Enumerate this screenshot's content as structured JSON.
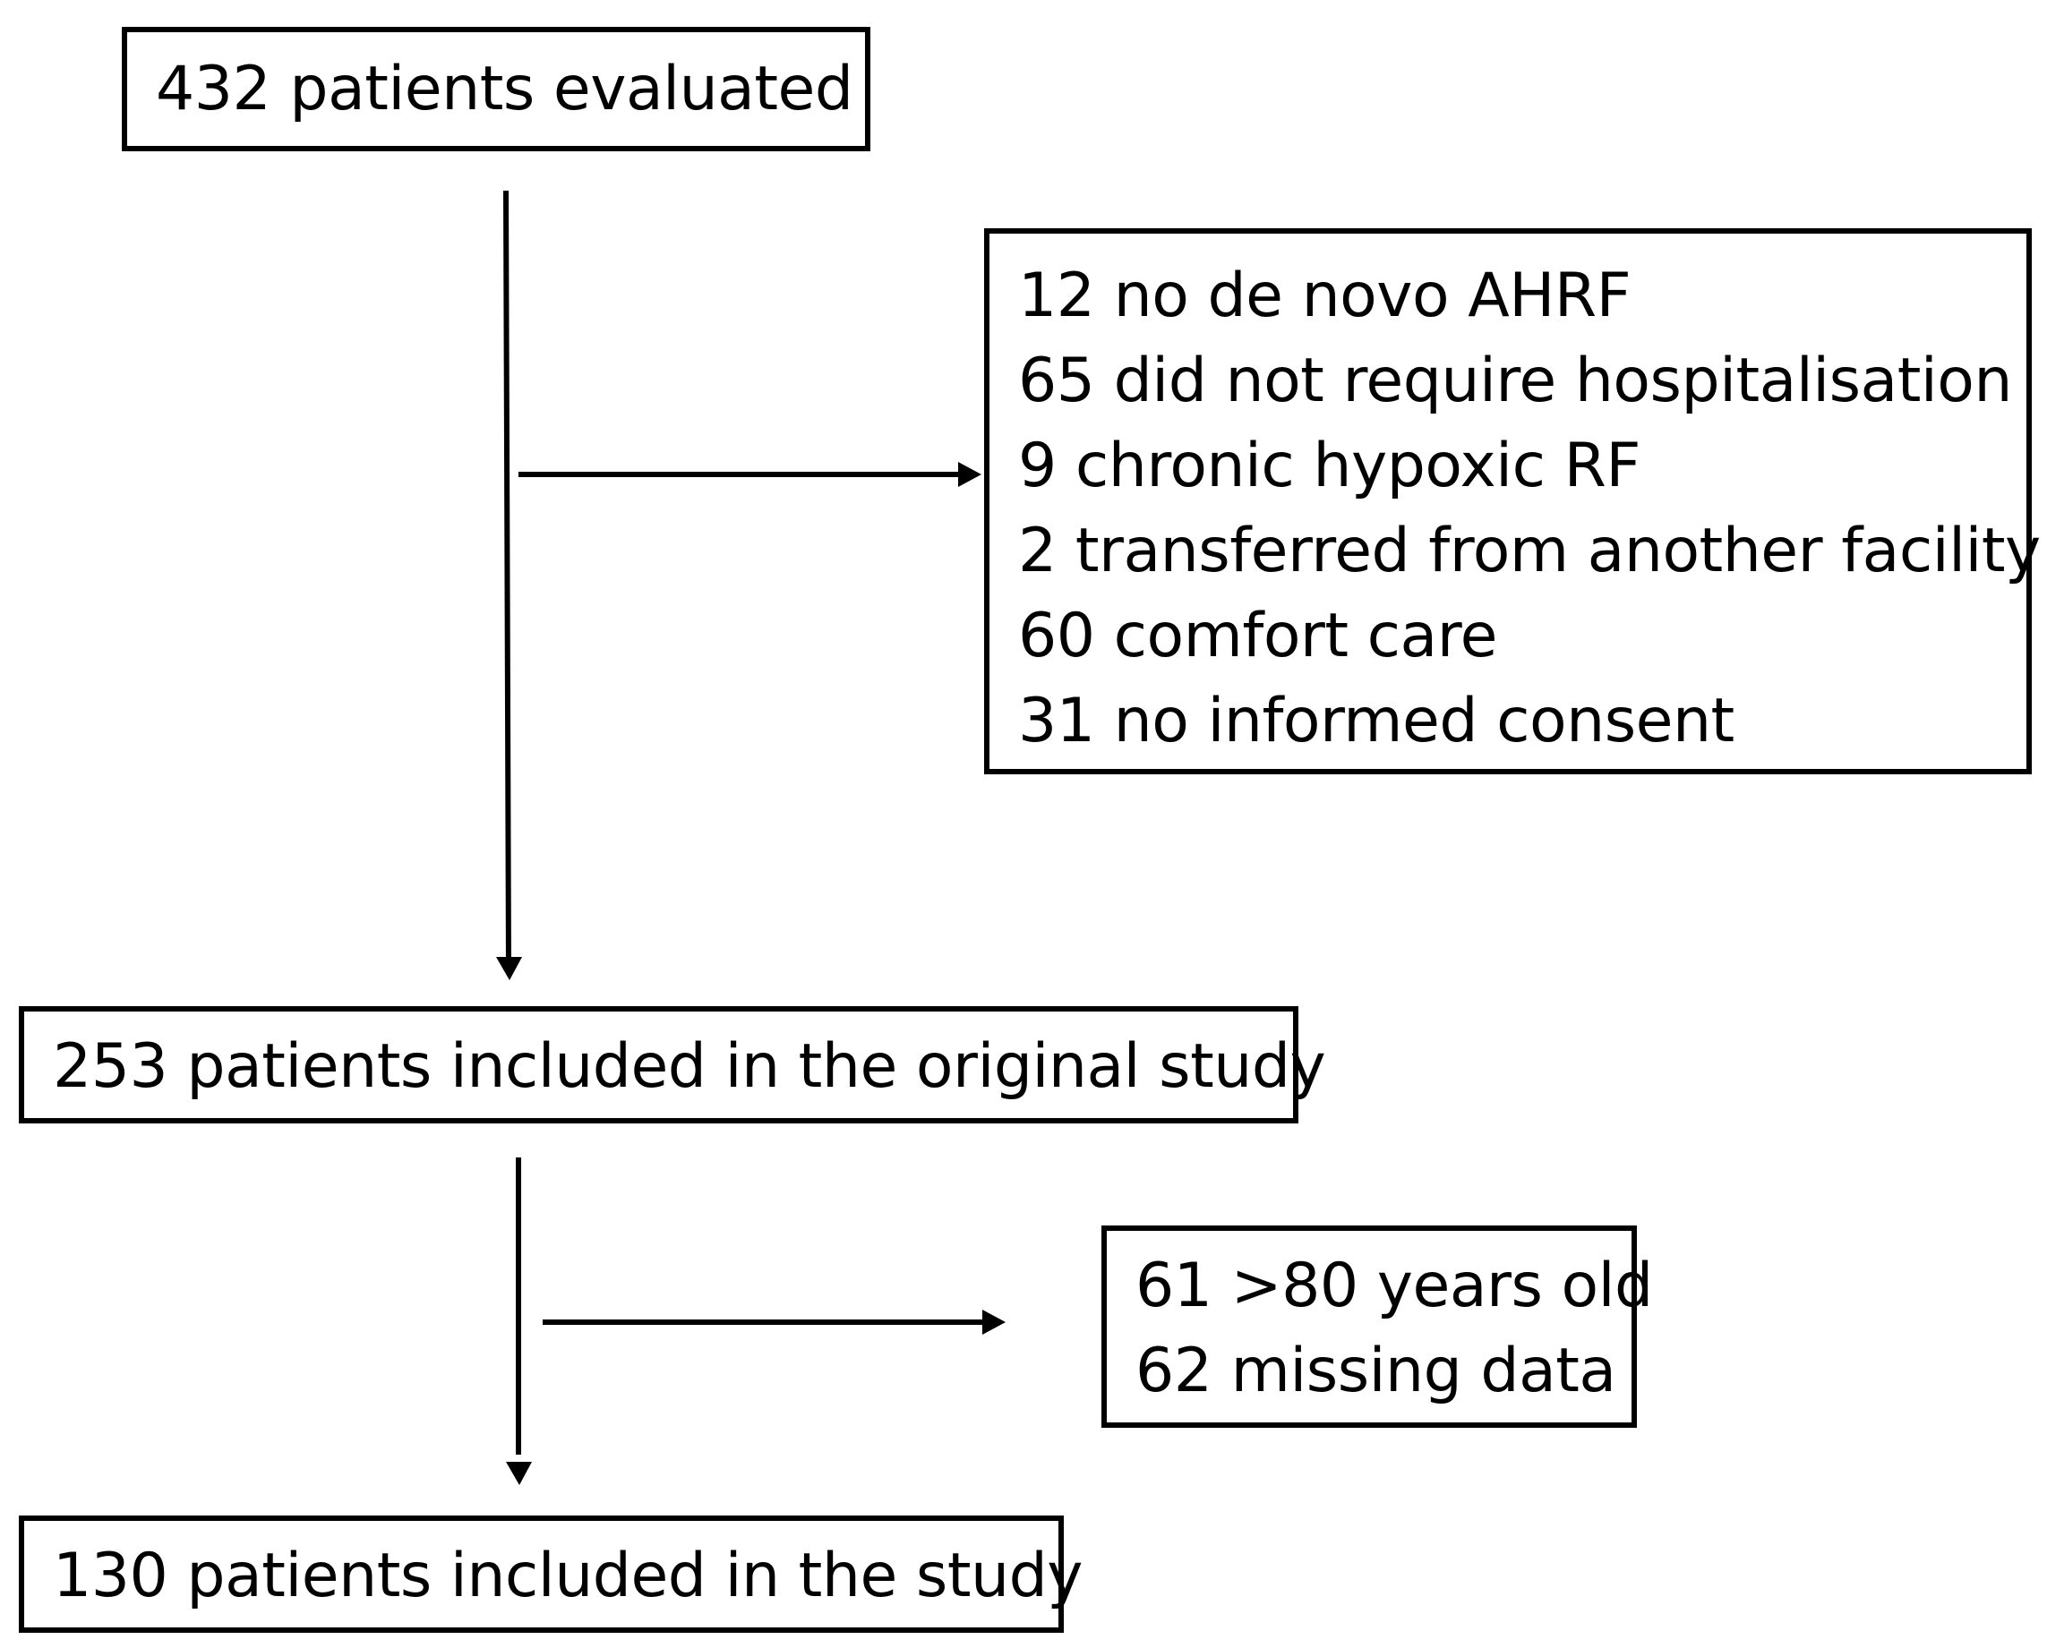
{
  "flowchart": {
    "top_box": {
      "text": "432 patients evaluated"
    },
    "exclusions_1": {
      "lines": [
        "12 no de novo AHRF",
        "65 did not require hospitalisation",
        "9 chronic hypoxic RF",
        "2 transferred from another facility",
        "60 comfort care",
        "31 no informed consent"
      ]
    },
    "middle_box": {
      "text": "253 patients included in the original study"
    },
    "exclusions_2": {
      "lines": [
        "61 >80 years old",
        "62 missing data"
      ]
    },
    "bottom_box": {
      "text": "130 patients included in the study"
    }
  }
}
